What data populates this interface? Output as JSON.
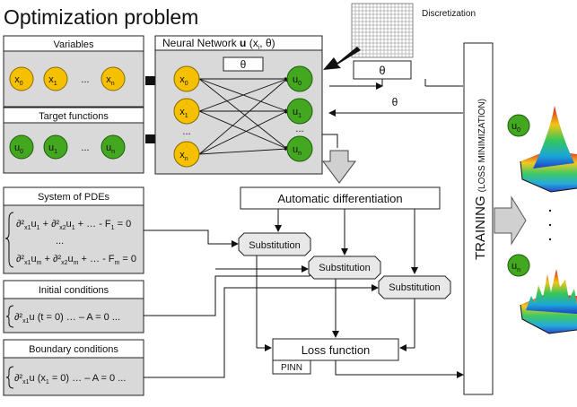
{
  "title": "Optimization problem",
  "discretization": {
    "label": "Discretization",
    "theta": "θ"
  },
  "variables": {
    "header": "Variables",
    "nodes": [
      "x",
      "x",
      "x"
    ],
    "subs": [
      "0",
      "1",
      "n"
    ],
    "ellipsis": "..."
  },
  "targets": {
    "header": "Target functions",
    "nodes": [
      "u",
      "u",
      "u"
    ],
    "subs": [
      "0",
      "1",
      "n"
    ],
    "ellipsis": "..."
  },
  "network": {
    "title_prefix": "Neural Network ",
    "title_bold": "u",
    "title_args": " (x",
    "title_args_sub": "i",
    "title_args_end": ", θ)",
    "theta": "θ",
    "inputs": [
      "x",
      "x",
      "x"
    ],
    "input_subs": [
      "0",
      "1",
      "n"
    ],
    "outputs": [
      "u",
      "u",
      "u"
    ],
    "output_subs": [
      "0",
      "1",
      "n"
    ],
    "ellipsis": "..."
  },
  "theta_feedback": "θ",
  "autodiff": "Automatic differentiation",
  "pdes": {
    "header": "System of PDEs",
    "line1": "∂²x1u1 + ∂²x2u1 + … - F1 = 0",
    "line2": "...",
    "line3": "∂²x1um + ∂²x2um + … - Fm = 0"
  },
  "initial": {
    "header": "Initial conditions",
    "line": "∂²x1u (t = 0) … – A = 0 ..."
  },
  "boundary": {
    "header": "Boundary conditions",
    "line": "∂²x1u (x1 = 0) … – A = 0 ..."
  },
  "substitution": [
    "Substitution",
    "Substitution",
    "Substitution"
  ],
  "loss": "Loss function",
  "pinn": "PINN",
  "training": {
    "main": "TRAINING",
    "sub": "(LOSS MINIMIZATION)"
  },
  "results": {
    "top": "u",
    "top_sub": "0",
    "dots": ". . .",
    "bottom": "u",
    "bottom_sub": "n"
  }
}
